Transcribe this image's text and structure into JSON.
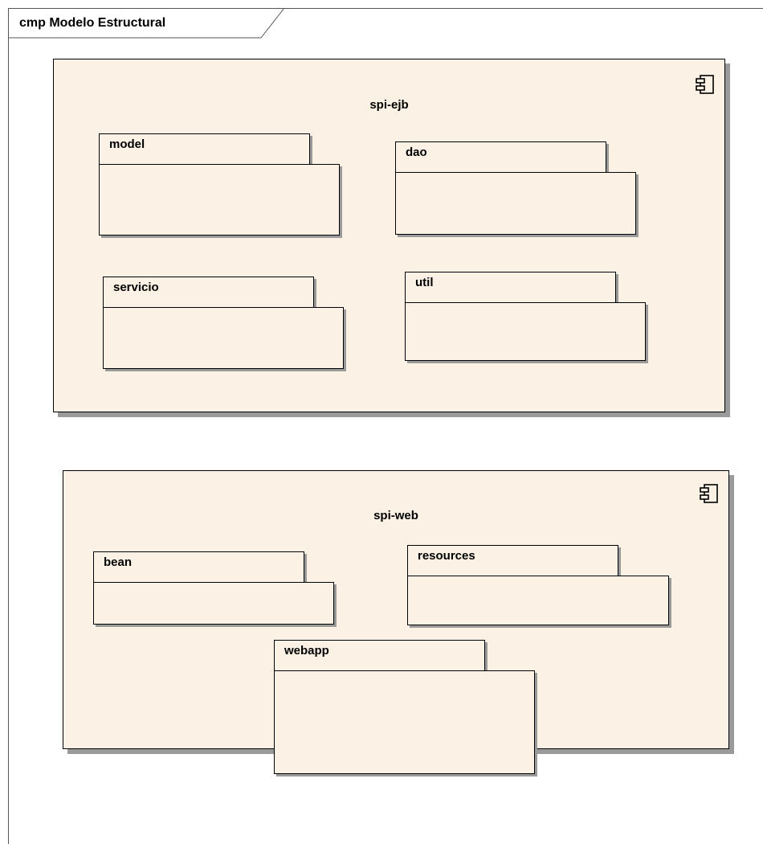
{
  "diagram": {
    "frame_title": "cmp Modelo Estructural",
    "components": [
      {
        "name": "spi-ejb",
        "icon": "component-icon",
        "packages": [
          "model",
          "dao",
          "servicio",
          "util"
        ]
      },
      {
        "name": "spi-web",
        "icon": "component-icon",
        "packages": [
          "bean",
          "resources",
          "webapp"
        ]
      }
    ]
  },
  "colors": {
    "fill": "#fbf1e4",
    "stroke": "#000000",
    "shadow": "#9a9a9a"
  }
}
